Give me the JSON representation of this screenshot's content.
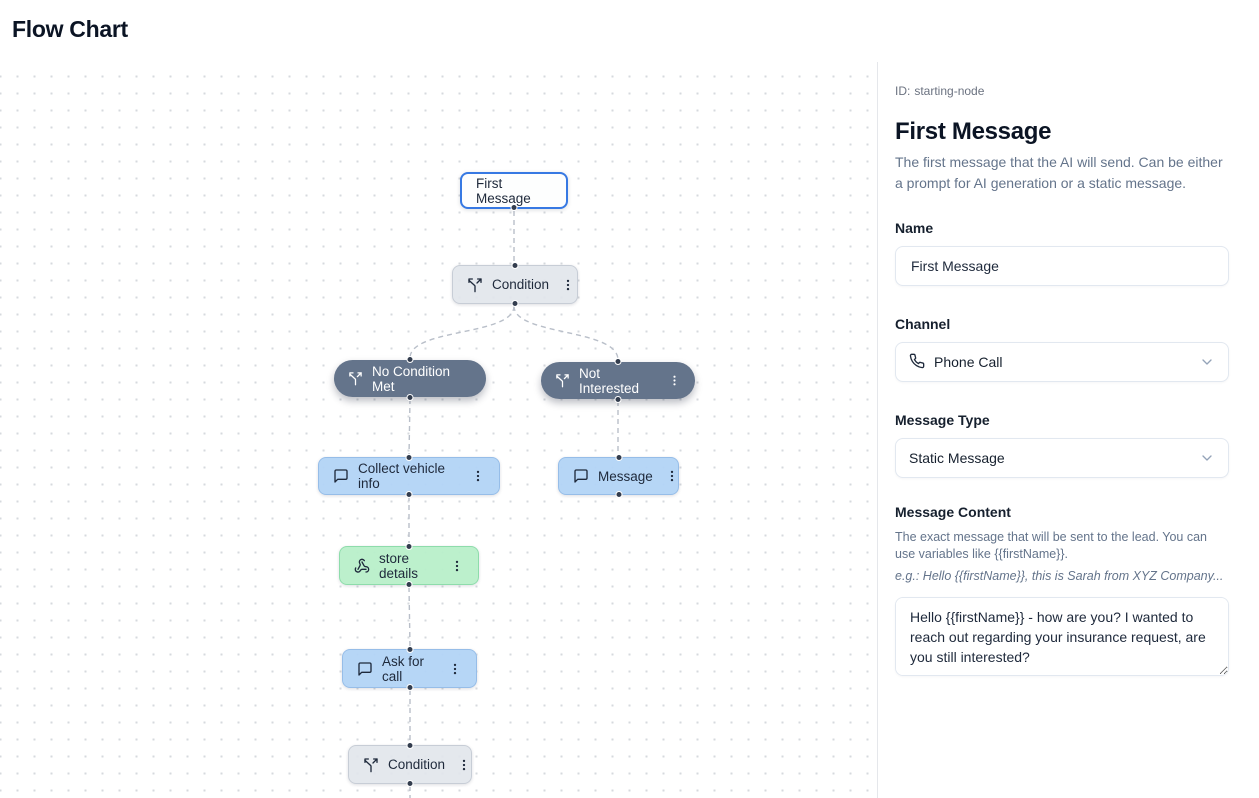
{
  "page": {
    "title": "Flow Chart"
  },
  "canvas": {
    "nodes": [
      {
        "label": "First Message",
        "type": "start",
        "icon": null,
        "has_menu": false
      },
      {
        "label": "Condition",
        "type": "condition",
        "icon": "split-icon",
        "has_menu": true
      },
      {
        "label": "No Condition Met",
        "type": "branch",
        "icon": "split-icon",
        "has_menu": false
      },
      {
        "label": "Not Interested",
        "type": "branch",
        "icon": "split-icon",
        "has_menu": true
      },
      {
        "label": "Collect vehicle info",
        "type": "message",
        "icon": "message-square-icon",
        "has_menu": true
      },
      {
        "label": "Message",
        "type": "message",
        "icon": "message-square-icon",
        "has_menu": true
      },
      {
        "label": "store details",
        "type": "webhook",
        "icon": "webhook-icon",
        "has_menu": true
      },
      {
        "label": "Ask for call",
        "type": "message",
        "icon": "message-square-icon",
        "has_menu": true
      },
      {
        "label": "Condition",
        "type": "condition",
        "icon": "split-icon",
        "has_menu": true
      }
    ]
  },
  "sidebar": {
    "id_label": "ID:",
    "id_value": "starting-node",
    "title": "First Message",
    "description": "The first message that the AI will send. Can be either a prompt for AI generation or a static message.",
    "name": {
      "label": "Name",
      "value": "First Message"
    },
    "channel": {
      "label": "Channel",
      "value": "Phone Call",
      "icon": "phone-icon"
    },
    "message_type": {
      "label": "Message Type",
      "value": "Static Message"
    },
    "message_content": {
      "label": "Message Content",
      "help": "The exact message that will be sent to the lead. You can use variables like {{firstName}}.",
      "example": "e.g.: Hello {{firstName}}, this is Sarah from XYZ Company...",
      "value": "Hello {{firstName}} - how are you? I wanted to reach out regarding your insurance request, are you still interested?"
    }
  },
  "colors": {
    "accent_blue": "#3779e3",
    "node_condition_bg": "#e2e6ec",
    "node_branch_bg": "#64748b",
    "node_message_bg": "#b2d4f6",
    "node_webhook_bg": "#b8efc9",
    "edge": "#b9bfc9",
    "text_muted": "#64748b"
  }
}
